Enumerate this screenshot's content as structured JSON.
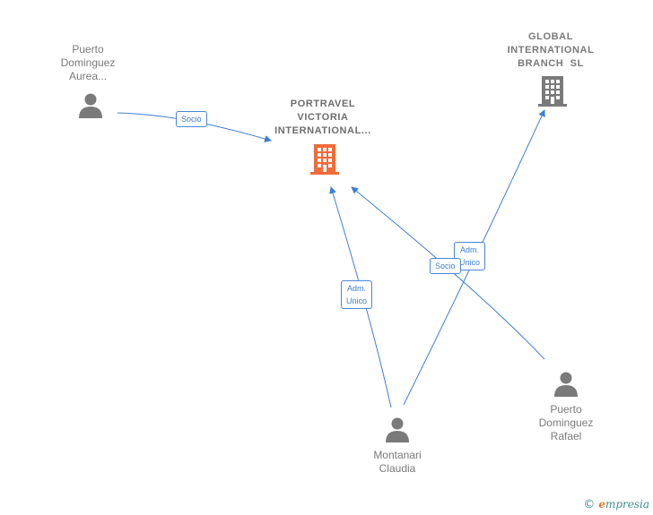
{
  "nodes": {
    "aurea": {
      "lines": [
        "Puerto",
        "Dominguez",
        "Aurea..."
      ]
    },
    "portravel": {
      "lines": [
        "PORTRAVEL",
        "VICTORIA",
        "INTERNATIONAL..."
      ]
    },
    "global": {
      "lines": [
        "GLOBAL",
        "INTERNATIONAL",
        "BRANCH  SL"
      ]
    },
    "rafael": {
      "lines": [
        "Puerto",
        "Dominguez",
        "Rafael"
      ]
    },
    "claudia": {
      "lines": [
        "Montanari",
        "Claudia"
      ]
    }
  },
  "edges": {
    "aurea_socio": {
      "lines": [
        "Socio"
      ]
    },
    "claudia_adm": {
      "lines": [
        "Adm.",
        "Unico"
      ]
    },
    "claudia_global_adm": {
      "lines": [
        "Adm.",
        "Unico"
      ]
    },
    "rafael_socio": {
      "lines": [
        "Socio"
      ]
    }
  },
  "colors": {
    "edge": "#3f7fd0",
    "main_company": "#f26b3a",
    "company": "#7a7a7a",
    "person": "#7a7a7a"
  },
  "brand": {
    "symbol": "©",
    "e": "e",
    "rest": "mpresia"
  }
}
